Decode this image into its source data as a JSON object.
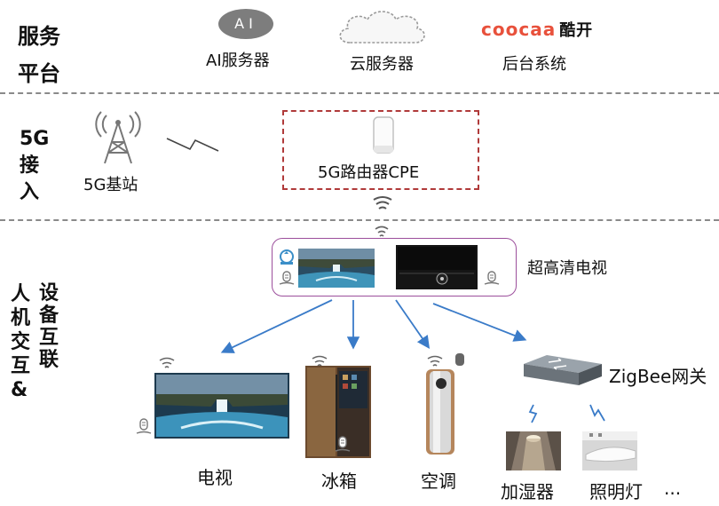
{
  "layers": {
    "service": "服务平台",
    "access": "5G接入",
    "interact_a": "人机交互&",
    "interact_b": "设备互联"
  },
  "service_items": {
    "ai_badge": "AI",
    "ai_server": "AI服务器",
    "cloud_server": "云服务器",
    "brand_latin": "COOCAA",
    "brand_cn": "酷开",
    "backend": "后台系统"
  },
  "access_items": {
    "base_station": "5G基站",
    "router": "5G路由器CPE"
  },
  "devices": {
    "uhd_tv": "超高清电视",
    "tv": "电视",
    "fridge": "冰箱",
    "ac": "空调",
    "zigbee": "ZigBee网关",
    "humidifier": "加湿器",
    "lighting": "照明灯",
    "more": "..."
  },
  "colors": {
    "router_box": "#b03a3a",
    "tv_box": "#9c4f9c",
    "arrow": "#3a7bc8",
    "brand": "#e8513c"
  }
}
